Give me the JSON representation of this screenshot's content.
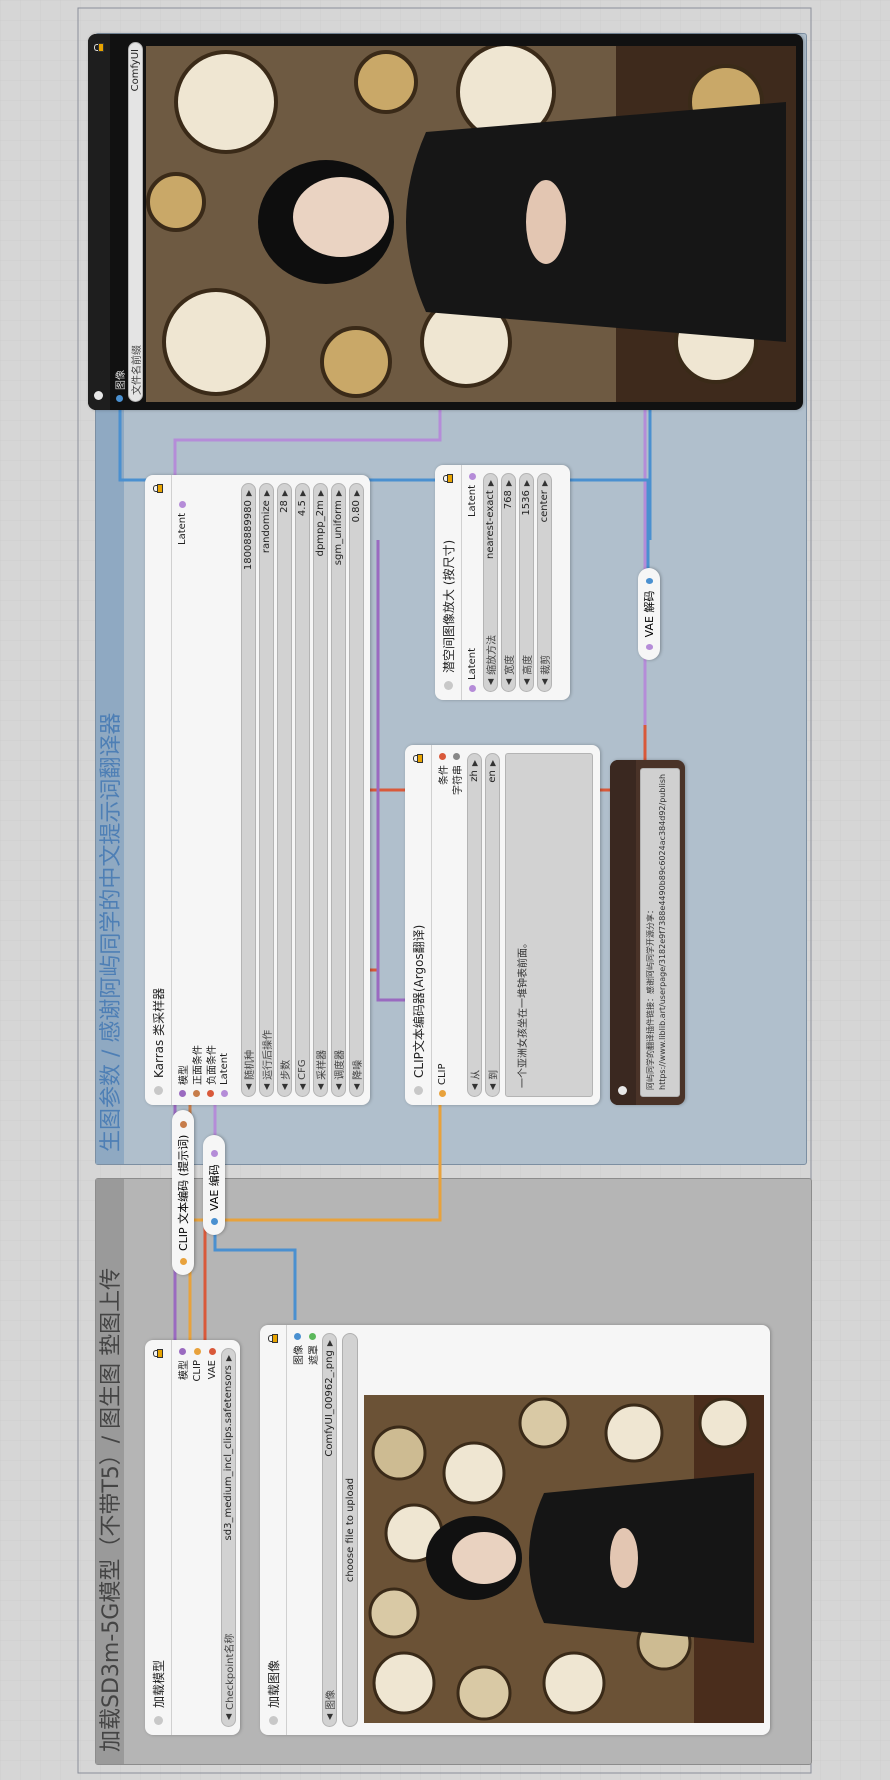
{
  "colors": {
    "model_wire": "#9a6ac0",
    "clip_wire": "#e8a23c",
    "vae_wire": "#d9593a",
    "latent_wire": "#b58cd8",
    "image_wire": "#4a90d0",
    "cond_wire": "#c77d4a",
    "group1_bg": "#b5b5b5",
    "group1_title": "#444444",
    "group2_bg": "#b0bfcc",
    "group2_title": "#4e7fb5"
  },
  "groups": {
    "g1": {
      "title": "加载SD3m-5G模型（不带T5）/ 图生图 垫图上传"
    },
    "g2": {
      "title": "生图参数 / 感谢阿屿同学的中文提示词翻译器"
    }
  },
  "nodes": {
    "load_checkpoint": {
      "title": "加载模型",
      "outputs": [
        "模型",
        "CLIP",
        "VAE"
      ],
      "widget": {
        "label": "Checkpoint名称",
        "value": "sd3_medium_incl_clips.safetensors"
      }
    },
    "load_image": {
      "title": "加载图像",
      "outputs": [
        "图像",
        "遮罩"
      ],
      "widget": {
        "label": "图像",
        "value": "ComfyUI_00962_.png"
      },
      "upload_button": "choose file to upload"
    },
    "clip_encode": {
      "title": "CLIP 文本编码 (提示词)"
    },
    "vae_encode": {
      "title": "VAE 编码"
    },
    "ksampler": {
      "title": "Karras 类采样器",
      "inputs": [
        "模型",
        "正面条件",
        "负面条件",
        "Latent"
      ],
      "output": "Latent",
      "widgets": [
        {
          "label": "随机种",
          "value": "18008889980"
        },
        {
          "label": "运行后操作",
          "value": "randomize"
        },
        {
          "label": "步数",
          "value": "28"
        },
        {
          "label": "CFG",
          "value": "4.5"
        },
        {
          "label": "采样器",
          "value": "dpmpp_2m"
        },
        {
          "label": "调度器",
          "value": "sgm_uniform"
        },
        {
          "label": "降噪",
          "value": "0.80"
        }
      ]
    },
    "clip_translate": {
      "title": "CLIP文本编码器(Argos翻译)",
      "input": "CLIP",
      "outputs": [
        "条件",
        "字符串"
      ],
      "widgets": [
        {
          "label": "从",
          "value": "zh"
        },
        {
          "label": "到",
          "value": "en"
        }
      ],
      "text": "一个亚洲女孩坐在一堆钟表前面。"
    },
    "upscale": {
      "title": "潜空间图像放大 (按尺寸)",
      "input": "Latent",
      "output": "Latent",
      "widgets": [
        {
          "label": "缩放方法",
          "value": "nearest-exact"
        },
        {
          "label": "宽度",
          "value": "768"
        },
        {
          "label": "高度",
          "value": "1536"
        },
        {
          "label": "裁剪",
          "value": "center"
        }
      ]
    },
    "vae_decode": {
      "title": "VAE 解码"
    },
    "note": {
      "title": "",
      "text1": "阿屿同学的翻译插件链接：感谢阿屿同学开源分享：",
      "text2": "https://www.liblib.art/userpage/3182e9f7388e4490b89c6024ac384d92/publish"
    },
    "save_image": {
      "input": "图像",
      "widget": {
        "label": "文件名前缀",
        "value": "ComfyUI"
      }
    }
  }
}
